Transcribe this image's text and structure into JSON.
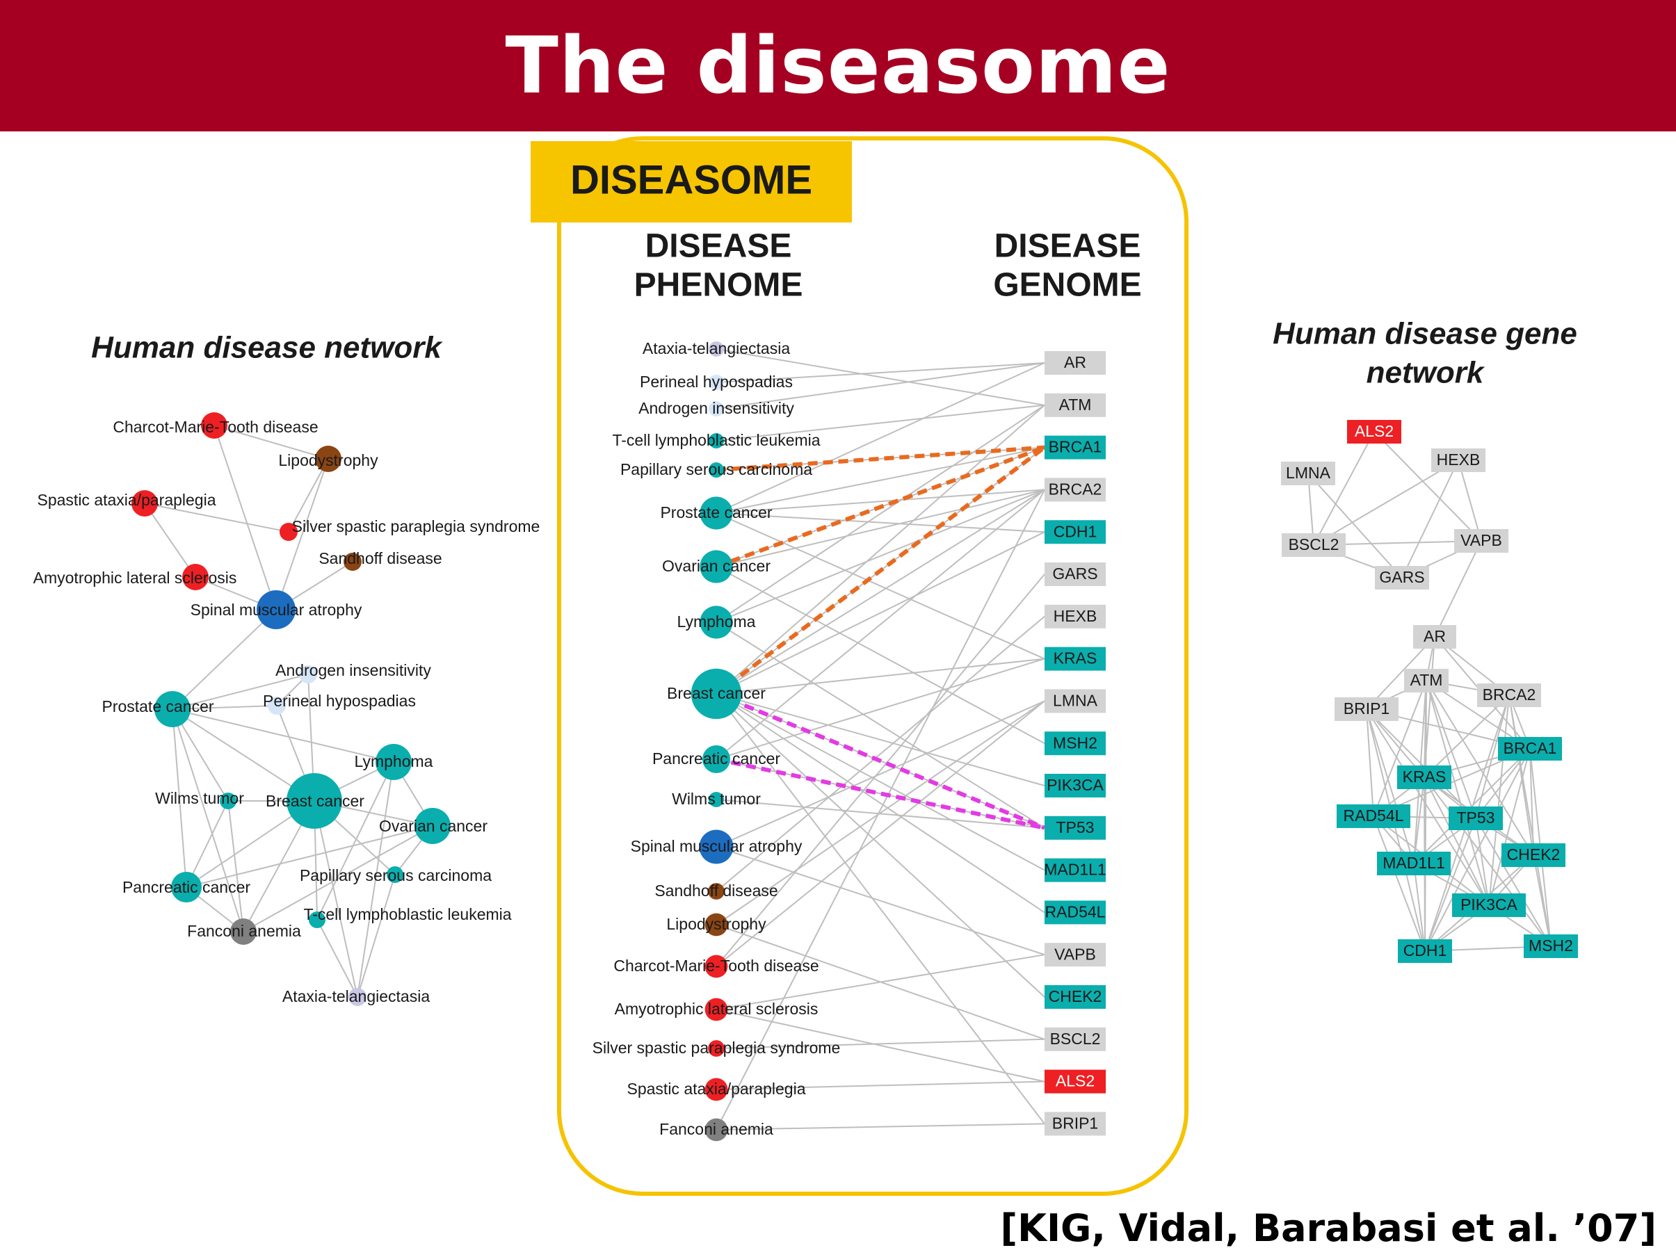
{
  "slide": {
    "title": "The diseasome",
    "citation": "[KIG, Vidal, Barabasi et al. ’07]"
  },
  "colors": {
    "title_bg": "#A50021",
    "box_border": "#F5C300",
    "box_label_bg": "#F7C400",
    "teal": "#0AAEAD",
    "blue": "#1C6DC0",
    "red": "#EE2024",
    "brown": "#8B4513",
    "gray": "#808080",
    "lavender": "#C8C8E6",
    "light_blue": "#D6E6F7",
    "gene_gray": "#D3D3D3",
    "edge": "#BEBEBE",
    "orange_dash": "#E96A1F",
    "magenta_dash": "#E33BE3"
  },
  "diseasome": {
    "box_label": "DISEASOME",
    "phenome_heading": [
      "DISEASE",
      "PHENOME"
    ],
    "genome_heading": [
      "DISEASE",
      "GENOME"
    ],
    "diseases": [
      {
        "label": "Ataxia-telangiectasia",
        "color": "lavender",
        "size": 0.5
      },
      {
        "label": "Perineal hypospadias",
        "color": "light_blue",
        "size": 0.5
      },
      {
        "label": "Androgen insensitivity",
        "color": "light_blue",
        "size": 0.5
      },
      {
        "label": "T-cell lymphoblastic leukemia",
        "color": "teal",
        "size": 0.5
      },
      {
        "label": "Papillary serous carcinoma",
        "color": "teal",
        "size": 0.5
      },
      {
        "label": "Prostate cancer",
        "color": "teal",
        "size": 1.2
      },
      {
        "label": "Ovarian cancer",
        "color": "teal",
        "size": 1.2
      },
      {
        "label": "Lymphoma",
        "color": "teal",
        "size": 1.2
      },
      {
        "label": "Breast cancer",
        "color": "teal",
        "size": 1.9
      },
      {
        "label": "Pancreatic cancer",
        "color": "teal",
        "size": 1.0
      },
      {
        "label": "Wilms tumor",
        "color": "teal",
        "size": 0.5
      },
      {
        "label": "Spinal muscular atrophy",
        "color": "blue",
        "size": 1.25
      },
      {
        "label": "Sandhoff disease",
        "color": "brown",
        "size": 0.55
      },
      {
        "label": "Lipodystrophy",
        "color": "brown",
        "size": 0.8
      },
      {
        "label": "Charcot-Marie-Tooth disease",
        "color": "red",
        "size": 0.8
      },
      {
        "label": "Amyotrophic lateral sclerosis",
        "color": "red",
        "size": 0.8
      },
      {
        "label": "Silver spastic paraplegia syndrome",
        "color": "red",
        "size": 0.55
      },
      {
        "label": "Spastic ataxia/paraplegia",
        "color": "red",
        "size": 0.8
      },
      {
        "label": "Fanconi anemia",
        "color": "gray",
        "size": 0.8
      }
    ],
    "genes": [
      {
        "label": "AR",
        "color": "gene_gray"
      },
      {
        "label": "ATM",
        "color": "gene_gray"
      },
      {
        "label": "BRCA1",
        "color": "teal"
      },
      {
        "label": "BRCA2",
        "color": "gene_gray"
      },
      {
        "label": "CDH1",
        "color": "teal"
      },
      {
        "label": "GARS",
        "color": "gene_gray"
      },
      {
        "label": "HEXB",
        "color": "gene_gray"
      },
      {
        "label": "KRAS",
        "color": "teal"
      },
      {
        "label": "LMNA",
        "color": "gene_gray"
      },
      {
        "label": "MSH2",
        "color": "teal"
      },
      {
        "label": "PIK3CA",
        "color": "teal"
      },
      {
        "label": "TP53",
        "color": "teal"
      },
      {
        "label": "MAD1L1",
        "color": "teal"
      },
      {
        "label": "RAD54L",
        "color": "teal"
      },
      {
        "label": "VAPB",
        "color": "gene_gray"
      },
      {
        "label": "CHEK2",
        "color": "teal"
      },
      {
        "label": "BSCL2",
        "color": "gene_gray"
      },
      {
        "label": "ALS2",
        "color": "red"
      },
      {
        "label": "BRIP1",
        "color": "gene_gray"
      }
    ],
    "links": [
      [
        "Ataxia-telangiectasia",
        "ATM"
      ],
      [
        "Perineal hypospadias",
        "AR"
      ],
      [
        "Androgen insensitivity",
        "AR"
      ],
      [
        "T-cell lymphoblastic leukemia",
        "ATM"
      ],
      [
        "Papillary serous carcinoma",
        "BRCA1"
      ],
      [
        "Prostate cancer",
        "AR"
      ],
      [
        "Prostate cancer",
        "BRCA1"
      ],
      [
        "Prostate cancer",
        "BRCA2"
      ],
      [
        "Prostate cancer",
        "CDH1"
      ],
      [
        "Prostate cancer",
        "KRAS"
      ],
      [
        "Ovarian cancer",
        "BRCA1"
      ],
      [
        "Ovarian cancer",
        "BRCA2"
      ],
      [
        "Ovarian cancer",
        "MSH2"
      ],
      [
        "Lymphoma",
        "ATM"
      ],
      [
        "Lymphoma",
        "BRCA2"
      ],
      [
        "Lymphoma",
        "TP53"
      ],
      [
        "Breast cancer",
        "BRCA1"
      ],
      [
        "Breast cancer",
        "BRCA2"
      ],
      [
        "Breast cancer",
        "ATM"
      ],
      [
        "Breast cancer",
        "CDH1"
      ],
      [
        "Breast cancer",
        "KRAS"
      ],
      [
        "Breast cancer",
        "PIK3CA"
      ],
      [
        "Breast cancer",
        "TP53"
      ],
      [
        "Breast cancer",
        "MAD1L1"
      ],
      [
        "Breast cancer",
        "RAD54L"
      ],
      [
        "Breast cancer",
        "CHEK2"
      ],
      [
        "Breast cancer",
        "BRIP1"
      ],
      [
        "Pancreatic cancer",
        "BRCA2"
      ],
      [
        "Pancreatic cancer",
        "KRAS"
      ],
      [
        "Pancreatic cancer",
        "TP53"
      ],
      [
        "Wilms tumor",
        "TP53"
      ],
      [
        "Spinal muscular atrophy",
        "LMNA"
      ],
      [
        "Spinal muscular atrophy",
        "VAPB"
      ],
      [
        "Sandhoff disease",
        "HEXB"
      ],
      [
        "Lipodystrophy",
        "LMNA"
      ],
      [
        "Lipodystrophy",
        "BSCL2"
      ],
      [
        "Charcot-Marie-Tooth disease",
        "GARS"
      ],
      [
        "Charcot-Marie-Tooth disease",
        "LMNA"
      ],
      [
        "Amyotrophic lateral sclerosis",
        "ALS2"
      ],
      [
        "Amyotrophic lateral sclerosis",
        "VAPB"
      ],
      [
        "Silver spastic paraplegia syndrome",
        "BSCL2"
      ],
      [
        "Spastic ataxia/paraplegia",
        "ALS2"
      ],
      [
        "Fanconi anemia",
        "BRCA2"
      ],
      [
        "Fanconi anemia",
        "BRIP1"
      ]
    ],
    "orange_links": [
      [
        "Papillary serous carcinoma",
        "BRCA1"
      ],
      [
        "Ovarian cancer",
        "BRCA1"
      ],
      [
        "Breast cancer",
        "BRCA1"
      ]
    ],
    "magenta_links": [
      [
        "Breast cancer",
        "TP53"
      ],
      [
        "Pancreatic cancer",
        "TP53"
      ]
    ]
  },
  "human_disease_network": {
    "title": "Human disease network",
    "nodes": [
      {
        "label": "Charcot-Marie-Tooth disease",
        "color": "red",
        "size": 0.85
      },
      {
        "label": "Lipodystrophy",
        "color": "brown",
        "size": 0.85
      },
      {
        "label": "Spastic ataxia/paraplegia",
        "color": "red",
        "size": 0.85
      },
      {
        "label": "Silver spastic paraplegia syndrome",
        "color": "red",
        "size": 0.55
      },
      {
        "label": "Sandhoff disease",
        "color": "brown",
        "size": 0.55
      },
      {
        "label": "Amyotrophic lateral sclerosis",
        "color": "red",
        "size": 0.85
      },
      {
        "label": "Spinal muscular atrophy",
        "color": "blue",
        "size": 1.3
      },
      {
        "label": "Androgen insensitivity",
        "color": "light_blue",
        "size": 0.55
      },
      {
        "label": "Perineal hypospadias",
        "color": "light_blue",
        "size": 0.55
      },
      {
        "label": "Prostate cancer",
        "color": "teal",
        "size": 1.2
      },
      {
        "label": "Lymphoma",
        "color": "teal",
        "size": 1.2
      },
      {
        "label": "Wilms tumor",
        "color": "teal",
        "size": 0.5
      },
      {
        "label": "Breast cancer",
        "color": "teal",
        "size": 1.9
      },
      {
        "label": "Ovarian cancer",
        "color": "teal",
        "size": 1.2
      },
      {
        "label": "Papillary serous carcinoma",
        "color": "teal",
        "size": 0.5
      },
      {
        "label": "Pancreatic cancer",
        "color": "teal",
        "size": 1.0
      },
      {
        "label": "T-cell lymphoblastic leukemia",
        "color": "teal",
        "size": 0.5
      },
      {
        "label": "Fanconi anemia",
        "color": "gray",
        "size": 0.85
      },
      {
        "label": "Ataxia-telangiectasia",
        "color": "lavender",
        "size": 0.55
      }
    ],
    "edges": [
      [
        "Charcot-Marie-Tooth disease",
        "Spinal muscular atrophy"
      ],
      [
        "Charcot-Marie-Tooth disease",
        "Lipodystrophy"
      ],
      [
        "Spastic ataxia/paraplegia",
        "Amyotrophic lateral sclerosis"
      ],
      [
        "Spastic ataxia/paraplegia",
        "Silver spastic paraplegia syndrome"
      ],
      [
        "Lipodystrophy",
        "Spinal muscular atrophy"
      ],
      [
        "Lipodystrophy",
        "Silver spastic paraplegia syndrome"
      ],
      [
        "Amyotrophic lateral sclerosis",
        "Spinal muscular atrophy"
      ],
      [
        "Sandhoff disease",
        "Spinal muscular atrophy"
      ],
      [
        "Spinal muscular atrophy",
        "Prostate cancer"
      ],
      [
        "Androgen insensitivity",
        "Perineal hypospadias"
      ],
      [
        "Androgen insensitivity",
        "Prostate cancer"
      ],
      [
        "Perineal hypospadias",
        "Prostate cancer"
      ],
      [
        "Androgen insensitivity",
        "Breast cancer"
      ],
      [
        "Perineal hypospadias",
        "Breast cancer"
      ],
      [
        "Prostate cancer",
        "Breast cancer"
      ],
      [
        "Prostate cancer",
        "Wilms tumor"
      ],
      [
        "Prostate cancer",
        "Pancreatic cancer"
      ],
      [
        "Prostate cancer",
        "Fanconi anemia"
      ],
      [
        "Prostate cancer",
        "Lymphoma"
      ],
      [
        "Lymphoma",
        "Breast cancer"
      ],
      [
        "Lymphoma",
        "Ovarian cancer"
      ],
      [
        "Lymphoma",
        "T-cell lymphoblastic leukemia"
      ],
      [
        "Lymphoma",
        "Ataxia-telangiectasia"
      ],
      [
        "Breast cancer",
        "Wilms tumor"
      ],
      [
        "Breast cancer",
        "Ovarian cancer"
      ],
      [
        "Breast cancer",
        "Pancreatic cancer"
      ],
      [
        "Breast cancer",
        "Fanconi anemia"
      ],
      [
        "Breast cancer",
        "Papillary serous carcinoma"
      ],
      [
        "Breast cancer",
        "T-cell lymphoblastic leukemia"
      ],
      [
        "Breast cancer",
        "Ataxia-telangiectasia"
      ],
      [
        "Ovarian cancer",
        "Papillary serous carcinoma"
      ],
      [
        "Ovarian cancer",
        "Fanconi anemia"
      ],
      [
        "Ovarian cancer",
        "Pancreatic cancer"
      ],
      [
        "Pancreatic cancer",
        "Fanconi anemia"
      ],
      [
        "Wilms tumor",
        "Fanconi anemia"
      ],
      [
        "Wilms tumor",
        "Pancreatic cancer"
      ],
      [
        "T-cell lymphoblastic leukemia",
        "Ataxia-telangiectasia"
      ],
      [
        "Papillary serous carcinoma",
        "Ataxia-telangiectasia"
      ]
    ]
  },
  "human_disease_gene_network": {
    "title": [
      "Human disease gene",
      "network"
    ],
    "nodes": [
      {
        "label": "ALS2",
        "color": "red"
      },
      {
        "label": "LMNA",
        "color": "gene_gray"
      },
      {
        "label": "HEXB",
        "color": "gene_gray"
      },
      {
        "label": "BSCL2",
        "color": "gene_gray"
      },
      {
        "label": "VAPB",
        "color": "gene_gray"
      },
      {
        "label": "GARS",
        "color": "gene_gray"
      },
      {
        "label": "AR",
        "color": "gene_gray"
      },
      {
        "label": "ATM",
        "color": "gene_gray"
      },
      {
        "label": "BRIP1",
        "color": "gene_gray"
      },
      {
        "label": "BRCA2",
        "color": "gene_gray"
      },
      {
        "label": "BRCA1",
        "color": "teal"
      },
      {
        "label": "KRAS",
        "color": "teal"
      },
      {
        "label": "RAD54L",
        "color": "teal"
      },
      {
        "label": "TP53",
        "color": "teal"
      },
      {
        "label": "CHEK2",
        "color": "teal"
      },
      {
        "label": "MAD1L1",
        "color": "teal"
      },
      {
        "label": "PIK3CA",
        "color": "teal"
      },
      {
        "label": "CDH1",
        "color": "teal"
      },
      {
        "label": "MSH2",
        "color": "teal"
      }
    ],
    "edges": [
      [
        "ALS2",
        "BSCL2"
      ],
      [
        "ALS2",
        "VAPB"
      ],
      [
        "LMNA",
        "BSCL2"
      ],
      [
        "LMNA",
        "GARS"
      ],
      [
        "HEXB",
        "BSCL2"
      ],
      [
        "HEXB",
        "VAPB"
      ],
      [
        "HEXB",
        "GARS"
      ],
      [
        "BSCL2",
        "GARS"
      ],
      [
        "BSCL2",
        "VAPB"
      ],
      [
        "VAPB",
        "GARS"
      ],
      [
        "VAPB",
        "AR"
      ],
      [
        "AR",
        "ATM"
      ],
      [
        "AR",
        "BRCA2"
      ],
      [
        "AR",
        "BRIP1"
      ],
      [
        "AR",
        "BRCA1"
      ],
      [
        "AR",
        "KRAS"
      ],
      [
        "ATM",
        "BRIP1"
      ],
      [
        "ATM",
        "BRCA2"
      ],
      [
        "ATM",
        "BRCA1"
      ],
      [
        "ATM",
        "KRAS"
      ],
      [
        "ATM",
        "TP53"
      ],
      [
        "ATM",
        "CHEK2"
      ],
      [
        "ATM",
        "RAD54L"
      ],
      [
        "ATM",
        "MAD1L1"
      ],
      [
        "ATM",
        "PIK3CA"
      ],
      [
        "ATM",
        "CDH1"
      ],
      [
        "BRIP1",
        "BRCA1"
      ],
      [
        "BRIP1",
        "KRAS"
      ],
      [
        "BRIP1",
        "RAD54L"
      ],
      [
        "BRIP1",
        "MAD1L1"
      ],
      [
        "BRIP1",
        "CDH1"
      ],
      [
        "BRIP1",
        "TP53"
      ],
      [
        "BRIP1",
        "PIK3CA"
      ],
      [
        "BRCA2",
        "BRCA1"
      ],
      [
        "BRCA2",
        "KRAS"
      ],
      [
        "BRCA2",
        "TP53"
      ],
      [
        "BRCA2",
        "CHEK2"
      ],
      [
        "BRCA2",
        "MSH2"
      ],
      [
        "BRCA2",
        "PIK3CA"
      ],
      [
        "BRCA2",
        "CDH1"
      ],
      [
        "BRCA1",
        "KRAS"
      ],
      [
        "BRCA1",
        "TP53"
      ],
      [
        "BRCA1",
        "CHEK2"
      ],
      [
        "BRCA1",
        "RAD54L"
      ],
      [
        "BRCA1",
        "MAD1L1"
      ],
      [
        "BRCA1",
        "PIK3CA"
      ],
      [
        "BRCA1",
        "MSH2"
      ],
      [
        "BRCA1",
        "CDH1"
      ],
      [
        "KRAS",
        "TP53"
      ],
      [
        "KRAS",
        "RAD54L"
      ],
      [
        "KRAS",
        "MAD1L1"
      ],
      [
        "KRAS",
        "PIK3CA"
      ],
      [
        "KRAS",
        "CDH1"
      ],
      [
        "KRAS",
        "CHEK2"
      ],
      [
        "KRAS",
        "MSH2"
      ],
      [
        "RAD54L",
        "TP53"
      ],
      [
        "RAD54L",
        "MAD1L1"
      ],
      [
        "RAD54L",
        "CDH1"
      ],
      [
        "RAD54L",
        "PIK3CA"
      ],
      [
        "TP53",
        "CHEK2"
      ],
      [
        "TP53",
        "MAD1L1"
      ],
      [
        "TP53",
        "PIK3CA"
      ],
      [
        "TP53",
        "CDH1"
      ],
      [
        "TP53",
        "MSH2"
      ],
      [
        "CHEK2",
        "PIK3CA"
      ],
      [
        "CHEK2",
        "MSH2"
      ],
      [
        "CHEK2",
        "CDH1"
      ],
      [
        "MAD1L1",
        "PIK3CA"
      ],
      [
        "MAD1L1",
        "CDH1"
      ],
      [
        "PIK3CA",
        "CDH1"
      ],
      [
        "PIK3CA",
        "MSH2"
      ],
      [
        "CDH1",
        "MSH2"
      ]
    ]
  }
}
